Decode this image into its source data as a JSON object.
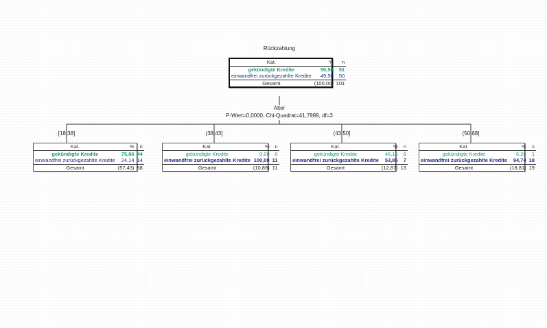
{
  "title": "Rückzahlung",
  "colors": {
    "category_1": "#1a9a78",
    "category_2": "#1f2a8c"
  },
  "table_header": {
    "cat": "Kat.",
    "pct": "%",
    "n": "n"
  },
  "root": {
    "rows": [
      {
        "cat": "gekündigte Kredite",
        "pct": "50,50",
        "n": "51"
      },
      {
        "cat": "einwandfrei zurückgezahlte Kredite",
        "pct": "49,50",
        "n": "50"
      }
    ],
    "total": {
      "label": "Gesamt",
      "pct": "(100,00)",
      "n": "101"
    }
  },
  "split": {
    "variable": "Alter",
    "stats": "P-Wert=0,0000, Chi-Quadrat=41,7989, df=3"
  },
  "children": [
    {
      "label": "[18;38]",
      "header_n": "n",
      "rows": [
        {
          "cat": "gekündigte Kredite",
          "pct": "75,86",
          "n": "44"
        },
        {
          "cat": "einwandfrei zurückgezahlte Kredite",
          "pct": "24,14",
          "n": "14"
        }
      ],
      "total": {
        "label": "Gesamt",
        "pct": "(57,43)",
        "n": "58"
      }
    },
    {
      "label": "(38;43]",
      "header_n": "n",
      "rows": [
        {
          "cat": "gekündigte Kredite",
          "pct": "0,00",
          "n": "0"
        },
        {
          "cat": "einwandfrei zurückgezahlte Kredite",
          "pct": "100,00",
          "n": "11"
        }
      ],
      "total": {
        "label": "Gesamt",
        "pct": "(10,89)",
        "n": "11"
      }
    },
    {
      "label": "(43;50]",
      "header_n": "n",
      "rows": [
        {
          "cat": "gekündigte Kredite",
          "pct": "46,15",
          "n": "6"
        },
        {
          "cat": "einwandfrei zurückgezahlte Kredite",
          "pct": "53,85",
          "n": "7"
        }
      ],
      "total": {
        "label": "Gesamt",
        "pct": "(12,87)",
        "n": "13"
      }
    },
    {
      "label": "(50;68]",
      "header_n": "s",
      "rows": [
        {
          "cat": "gekündigte Kredite",
          "pct": "5,26",
          "n": "1"
        },
        {
          "cat": "einwandfrei zurückgezahlte Kredite",
          "pct": "94,74",
          "n": "18"
        }
      ],
      "total": {
        "label": "Gesamt",
        "pct": "(18,81)",
        "n": "19"
      }
    }
  ]
}
